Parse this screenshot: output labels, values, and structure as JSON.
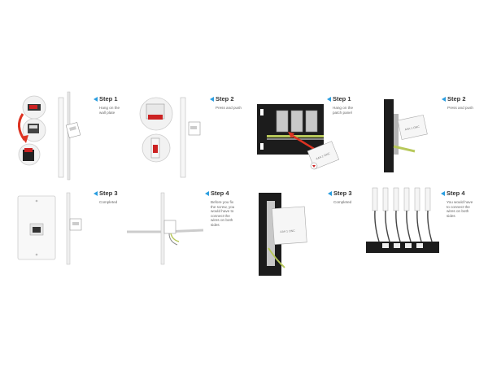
{
  "accent_color": "#2b9ee0",
  "steps": [
    {
      "title": "Step 1",
      "desc": "Hang on the wall plate"
    },
    {
      "title": "Step 2",
      "desc": "Press and push"
    },
    {
      "title": "Step 1",
      "desc": "Hang on the patch panel"
    },
    {
      "title": "Step 2",
      "desc": "Press and push"
    },
    {
      "title": "Step 3",
      "desc": "Completed"
    },
    {
      "title": "Step 4",
      "desc": "Before you fix the screw, you would have to connect the wires on both sides"
    },
    {
      "title": "Step 3",
      "desc": "Completed"
    },
    {
      "title": "Step 4",
      "desc": "You would have to connect the wires on both sides"
    }
  ],
  "keystone_label": "AAA 1 ONC"
}
